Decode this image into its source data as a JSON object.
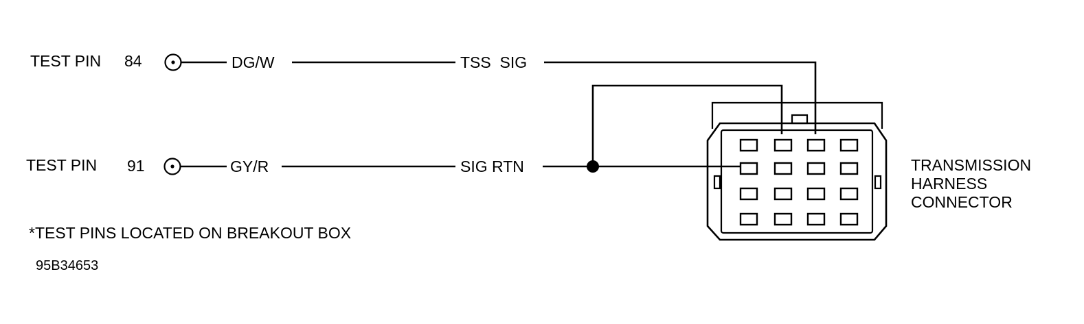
{
  "test_pins": [
    {
      "label": "TEST PIN",
      "number": "84",
      "wire_color": "DG/W",
      "circuit": "TSS  SIG"
    },
    {
      "label": "TEST PIN",
      "number": "91",
      "wire_color": "GY/R",
      "circuit": "SIG RTN"
    }
  ],
  "connector": {
    "label_line1": "TRANSMISSION",
    "label_line2": "HARNESS",
    "label_line3": "CONNECTOR"
  },
  "footnote": "*TEST PINS LOCATED ON BREAKOUT BOX",
  "figure_id": "95B34653"
}
